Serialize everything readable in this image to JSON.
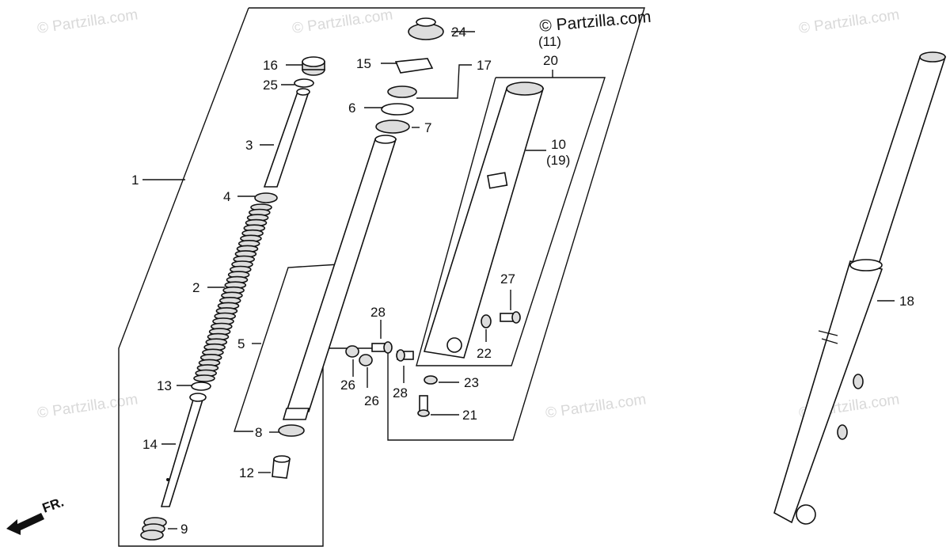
{
  "watermarks": [
    "© Partzilla.com",
    "© Partzilla.com",
    "© Partzilla.com",
    "© Partzilla.com",
    "© Partzilla.com",
    "© Partzilla.com"
  ],
  "copyright": "© Partzilla.com",
  "direction": "FR.",
  "callouts": {
    "c1": "1",
    "c2": "2",
    "c3": "3",
    "c4": "4",
    "c5": "5",
    "c6": "6",
    "c7": "7",
    "c8": "8",
    "c9": "9",
    "c10": "10",
    "c10b": "(19)",
    "c11": "(11)",
    "c12": "12",
    "c13": "13",
    "c14": "14",
    "c15": "15",
    "c16": "16",
    "c17": "17",
    "c18": "18",
    "c20": "20",
    "c21": "21",
    "c22": "22",
    "c23": "23",
    "c24": "24",
    "c25": "25",
    "c26a": "26",
    "c26b": "26",
    "c27": "27",
    "c28a": "28",
    "c28b": "28"
  }
}
